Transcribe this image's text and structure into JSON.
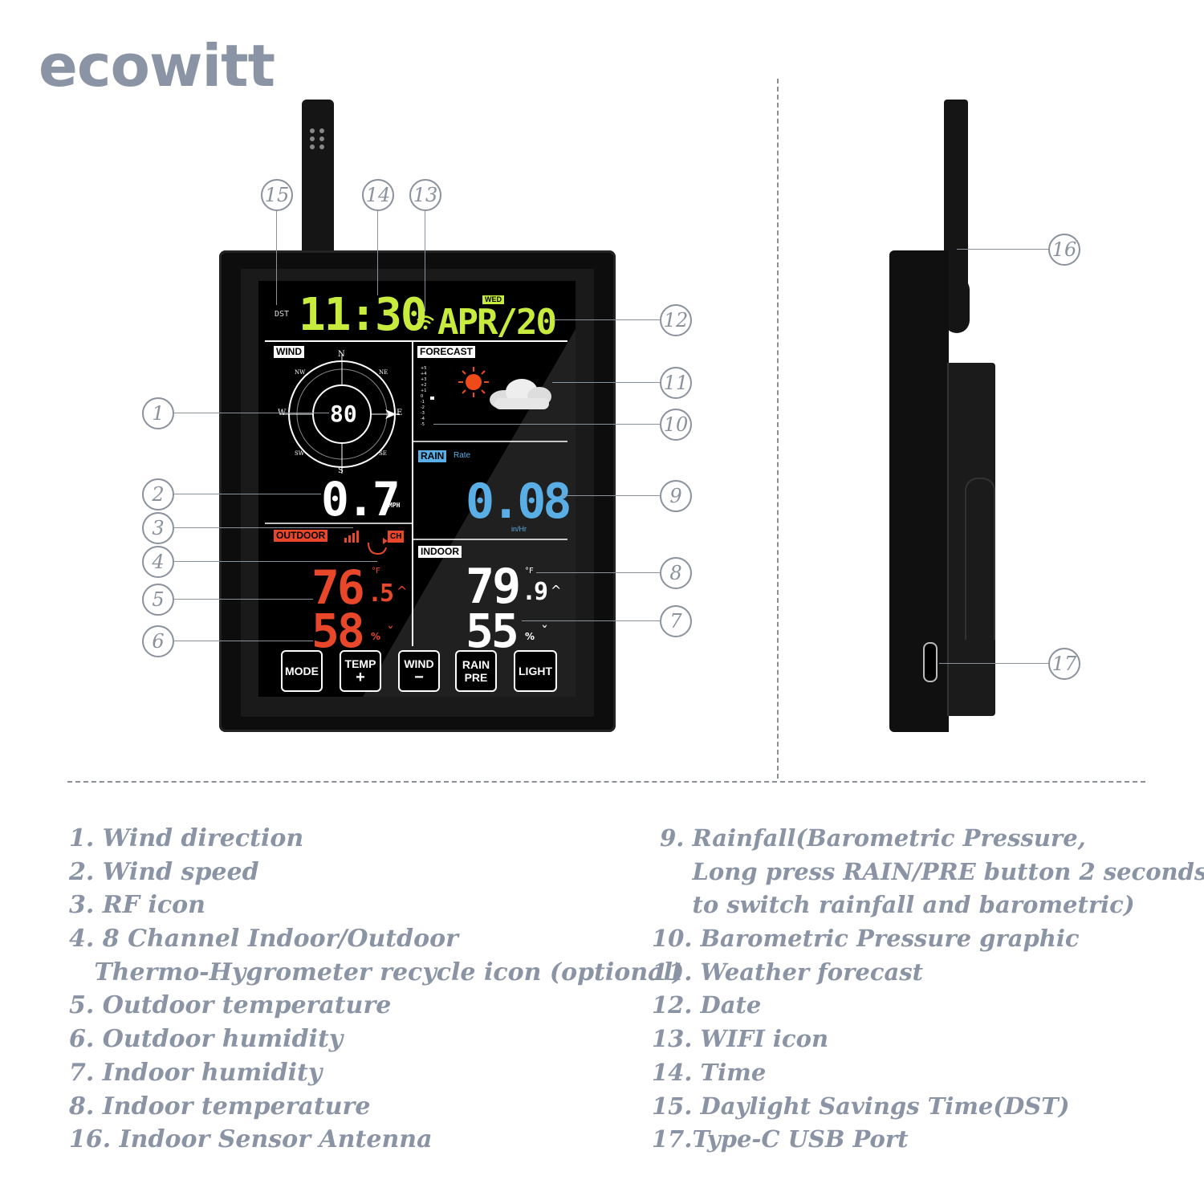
{
  "brand": "ecowitt",
  "lcd": {
    "dst": "DST",
    "time": "11:30",
    "day": "WED",
    "date": "APR/20",
    "wind_label": "WIND",
    "compass": [
      "N",
      "NE",
      "E",
      "SE",
      "S",
      "SW",
      "W",
      "NW"
    ],
    "wind_direction": "80",
    "wind_speed": "0.7",
    "wind_unit": "MPH",
    "forecast_label": "FORECAST",
    "pressure_scale": [
      "+5",
      "+4",
      "+3",
      "+2",
      "+1",
      "0",
      "-1",
      "-2",
      "-3",
      "-4",
      "-5"
    ],
    "rain_label": "RAIN",
    "rain_sub": "Rate",
    "rain_value": "0.08",
    "rain_unit": "in/Hr",
    "outdoor_label": "OUTDOOR",
    "channel_label": "CH",
    "outdoor_temp_main": "76",
    "outdoor_temp_dec": ".5",
    "temp_unit": "°F",
    "outdoor_hum": "58",
    "hum_unit": "%",
    "indoor_label": "INDOOR",
    "indoor_temp_main": "79",
    "indoor_temp_dec": ".9",
    "indoor_hum": "55",
    "trend_up": "^",
    "trend_down": "ˇ",
    "buttons": [
      {
        "line1": "MODE",
        "line2": ""
      },
      {
        "line1": "TEMP",
        "line2": "+"
      },
      {
        "line1": "WIND",
        "line2": "−"
      },
      {
        "line1": "RAIN",
        "line2": "PRE"
      },
      {
        "line1": "LIGHT",
        "line2": ""
      }
    ]
  },
  "callouts": [
    "1",
    "2",
    "3",
    "4",
    "5",
    "6",
    "7",
    "8",
    "9",
    "10",
    "11",
    "12",
    "13",
    "14",
    "15",
    "16",
    "17"
  ],
  "legend_left": [
    "1. Wind direction",
    "2. Wind speed",
    "3. RF icon",
    "4. 8 Channel Indoor/Outdoor",
    "   Thermo-Hygrometer recycle icon (optional)",
    "5. Outdoor temperature",
    "6. Outdoor humidity",
    "7. Indoor humidity",
    "8. Indoor temperature",
    "16. Indoor Sensor Antenna"
  ],
  "legend_right": [
    " 9. Rainfall(Barometric Pressure,",
    "     Long press RAIN/PRE button 2 seconds",
    "     to switch rainfall and barometric)",
    "10. Barometric Pressure graphic",
    "11. Weather forecast",
    "12. Date",
    "13. WIFI icon",
    "14. Time",
    "15. Daylight Savings Time(DST)",
    "17.Type-C USB Port"
  ]
}
